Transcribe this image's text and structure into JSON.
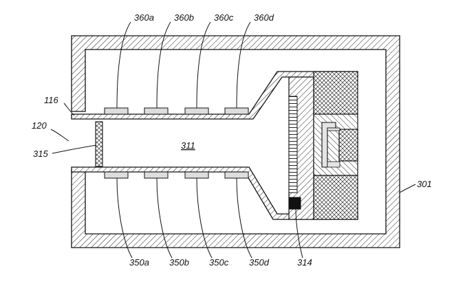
{
  "labels": {
    "l360a": "360a",
    "l360b": "360b",
    "l360c": "360c",
    "l360d": "360d",
    "l350a": "350a",
    "l350b": "350b",
    "l350c": "350c",
    "l350d": "350d",
    "l116": "116",
    "l120": "120",
    "l315": "315",
    "l311": "311",
    "l301": "301",
    "l314": "314"
  }
}
